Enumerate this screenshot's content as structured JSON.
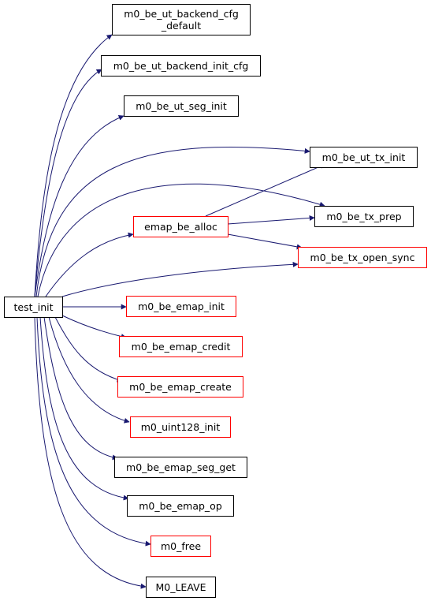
{
  "colors": {
    "edge": "#191970",
    "border_plain": "#000000",
    "border_red": "#ff0000",
    "root_fill": "#bfbfbf",
    "node_fill": "#ffffff"
  },
  "nodes": [
    {
      "id": "test_init",
      "lines": [
        "test_init"
      ],
      "style": "root"
    },
    {
      "id": "cfg_default",
      "lines": [
        "m0_be_ut_backend_cfg",
        "_default"
      ],
      "style": "plain"
    },
    {
      "id": "init_cfg",
      "lines": [
        "m0_be_ut_backend_init_cfg"
      ],
      "style": "plain"
    },
    {
      "id": "seg_init",
      "lines": [
        "m0_be_ut_seg_init"
      ],
      "style": "plain"
    },
    {
      "id": "tx_init",
      "lines": [
        "m0_be_ut_tx_init"
      ],
      "style": "plain"
    },
    {
      "id": "emap_be_alloc",
      "lines": [
        "emap_be_alloc"
      ],
      "style": "red"
    },
    {
      "id": "tx_prep",
      "lines": [
        "m0_be_tx_prep"
      ],
      "style": "plain"
    },
    {
      "id": "tx_open_sync",
      "lines": [
        "m0_be_tx_open_sync"
      ],
      "style": "red"
    },
    {
      "id": "emap_init",
      "lines": [
        "m0_be_emap_init"
      ],
      "style": "red"
    },
    {
      "id": "emap_credit",
      "lines": [
        "m0_be_emap_credit"
      ],
      "style": "red"
    },
    {
      "id": "emap_create",
      "lines": [
        "m0_be_emap_create"
      ],
      "style": "red"
    },
    {
      "id": "uint128_init",
      "lines": [
        "m0_uint128_init"
      ],
      "style": "red"
    },
    {
      "id": "emap_seg_get",
      "lines": [
        "m0_be_emap_seg_get"
      ],
      "style": "plain"
    },
    {
      "id": "emap_op",
      "lines": [
        "m0_be_emap_op"
      ],
      "style": "plain"
    },
    {
      "id": "m0_free",
      "lines": [
        "m0_free"
      ],
      "style": "red"
    },
    {
      "id": "m0_leave",
      "lines": [
        "M0_LEAVE"
      ],
      "style": "plain"
    }
  ],
  "edges": [
    {
      "from": "test_init",
      "to": "cfg_default"
    },
    {
      "from": "test_init",
      "to": "init_cfg"
    },
    {
      "from": "test_init",
      "to": "seg_init"
    },
    {
      "from": "test_init",
      "to": "tx_init"
    },
    {
      "from": "test_init",
      "to": "tx_prep"
    },
    {
      "from": "test_init",
      "to": "emap_be_alloc"
    },
    {
      "from": "test_init",
      "to": "tx_open_sync"
    },
    {
      "from": "test_init",
      "to": "emap_init"
    },
    {
      "from": "test_init",
      "to": "emap_credit"
    },
    {
      "from": "test_init",
      "to": "emap_create"
    },
    {
      "from": "test_init",
      "to": "uint128_init"
    },
    {
      "from": "test_init",
      "to": "emap_seg_get"
    },
    {
      "from": "test_init",
      "to": "emap_op"
    },
    {
      "from": "test_init",
      "to": "m0_free"
    },
    {
      "from": "test_init",
      "to": "m0_leave"
    },
    {
      "from": "emap_be_alloc",
      "to": "tx_init"
    },
    {
      "from": "emap_be_alloc",
      "to": "tx_prep"
    },
    {
      "from": "emap_be_alloc",
      "to": "tx_open_sync"
    }
  ]
}
